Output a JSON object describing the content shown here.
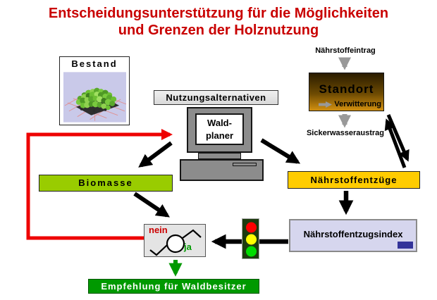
{
  "title": {
    "line1": "Entscheidungsunterstützung für die Möglichkeiten",
    "line2": "und Grenzen der Holznutzung"
  },
  "boxes": {
    "bestand": "Bestand",
    "nutzungsalternativen": "Nutzungsalternativen",
    "waldplaner": {
      "line1": "Wald-",
      "line2": "planer"
    },
    "standort": {
      "title": "Standort",
      "process": "Verwitterung"
    },
    "biomasse": "Biomasse",
    "naehrstoffentzuege": "Nährstoffentzüge",
    "naehrstoffentzugsindex": "Nährstoffentzugsindex",
    "empfehlung": "Empfehlung für Waldbesitzer"
  },
  "labels": {
    "naehrstoffeintrag": "Nährstoffeintrag",
    "sickerwasseraustrag": "Sickerwasseraustrag",
    "decision_no": "nein",
    "decision_yes": "ja"
  },
  "colors": {
    "title_red": "#C90000",
    "biomasse_fill": "#99CC00",
    "naehrstoffentzuege_fill": "#FFCC00",
    "index_fill": "#D6D6EE",
    "index_chip_blue": "#333399",
    "empfehlung_fill": "#009900",
    "standort_gradient_top": "#2A1C00",
    "standort_gradient_bottom": "#D29010",
    "arrow_red": "#EE0000",
    "arrow_green": "#009900",
    "arrow_gray": "#999999",
    "arrow_black": "#000000",
    "traffic_light_red": "#FF0000",
    "traffic_light_yellow": "#FFFF00",
    "traffic_light_green": "#00DD00"
  }
}
